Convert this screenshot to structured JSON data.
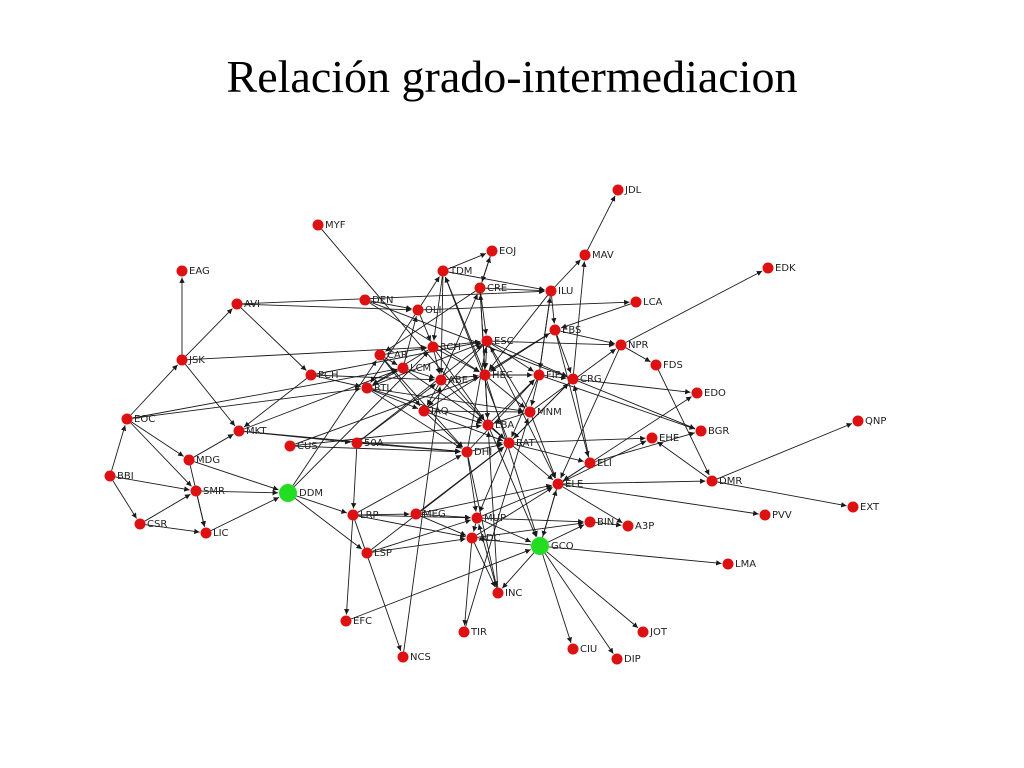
{
  "title": "Relación grado-intermediacion",
  "colors": {
    "node_default": "#dd1111",
    "node_highlight": "#22dd22",
    "edge": "#1a1a1a",
    "label": "#222222"
  },
  "nodes": [
    {
      "id": "JDL"
    },
    {
      "id": "MYF"
    },
    {
      "id": "EOJ"
    },
    {
      "id": "MAV"
    },
    {
      "id": "EDK"
    },
    {
      "id": "EAG"
    },
    {
      "id": "TDM"
    },
    {
      "id": "CRE"
    },
    {
      "id": "ILU"
    },
    {
      "id": "DEN"
    },
    {
      "id": "AVI"
    },
    {
      "id": "OLI"
    },
    {
      "id": "LCA"
    },
    {
      "id": "EBS"
    },
    {
      "id": "3CH"
    },
    {
      "id": "ESC"
    },
    {
      "id": "NPR"
    },
    {
      "id": "CAR"
    },
    {
      "id": "JSK"
    },
    {
      "id": "LCM"
    },
    {
      "id": "FDS"
    },
    {
      "id": "PCH"
    },
    {
      "id": "ABE"
    },
    {
      "id": "HEC"
    },
    {
      "id": "FIP"
    },
    {
      "id": "CRG"
    },
    {
      "id": "RTL"
    },
    {
      "id": "EDO"
    },
    {
      "id": "IAQ"
    },
    {
      "id": "MNM"
    },
    {
      "id": "EOC"
    },
    {
      "id": "LBA"
    },
    {
      "id": "QNP"
    },
    {
      "id": "MKT"
    },
    {
      "id": "BGR"
    },
    {
      "id": "CUS"
    },
    {
      "id": "50A"
    },
    {
      "id": "RAT"
    },
    {
      "id": "EHE"
    },
    {
      "id": "MDG"
    },
    {
      "id": "DHI"
    },
    {
      "id": "ELI"
    },
    {
      "id": "BBI"
    },
    {
      "id": "DMR"
    },
    {
      "id": "SMR",
      "highlight": false
    },
    {
      "id": "DDM",
      "highlight": true
    },
    {
      "id": "ELE"
    },
    {
      "id": "EXT"
    },
    {
      "id": "LRP"
    },
    {
      "id": "MEG"
    },
    {
      "id": "MUP"
    },
    {
      "id": "PVV"
    },
    {
      "id": "CSR"
    },
    {
      "id": "BIN"
    },
    {
      "id": "A3P"
    },
    {
      "id": "LIC"
    },
    {
      "id": "ADC"
    },
    {
      "id": "GCO",
      "highlight": true
    },
    {
      "id": "LSP"
    },
    {
      "id": "LMA"
    },
    {
      "id": "INC"
    },
    {
      "id": "EFC"
    },
    {
      "id": "TIR"
    },
    {
      "id": "JOT"
    },
    {
      "id": "CIU"
    },
    {
      "id": "NCS"
    },
    {
      "id": "DIP"
    }
  ],
  "edges": [
    [
      "MAV",
      "JDL"
    ],
    [
      "ILU",
      "MAV"
    ],
    [
      "CRG",
      "MAV"
    ],
    [
      "NPR",
      "EDK"
    ],
    [
      "DMR",
      "QNP"
    ],
    [
      "DMR",
      "EXT"
    ],
    [
      "JSK",
      "EAG"
    ],
    [
      "JSK",
      "AVI"
    ],
    [
      "EOC",
      "JSK"
    ],
    [
      "JSK",
      "MKT"
    ],
    [
      "BBI",
      "EOC"
    ],
    [
      "EOC",
      "MDG"
    ],
    [
      "BBI",
      "SMR"
    ],
    [
      "BBI",
      "CSR"
    ],
    [
      "CSR",
      "LIC"
    ],
    [
      "MDG",
      "LIC"
    ],
    [
      "SMR",
      "LIC"
    ],
    [
      "SMR",
      "DDM"
    ],
    [
      "MDG",
      "MKT"
    ],
    [
      "EOC",
      "SMR"
    ],
    [
      "CSR",
      "SMR"
    ],
    [
      "MDG",
      "DDM"
    ],
    [
      "LIC",
      "DDM"
    ],
    [
      "DDM",
      "LRP"
    ],
    [
      "DDM",
      "LSP"
    ],
    [
      "LRP",
      "EFC"
    ],
    [
      "LRP",
      "NCS"
    ],
    [
      "LRP",
      "MEG"
    ],
    [
      "MEG",
      "MUP"
    ],
    [
      "MEG",
      "ADC"
    ],
    [
      "ADC",
      "INC"
    ],
    [
      "ADC",
      "TIR"
    ],
    [
      "GCO",
      "CIU"
    ],
    [
      "GCO",
      "DIP"
    ],
    [
      "GCO",
      "JOT"
    ],
    [
      "GCO",
      "LMA"
    ],
    [
      "GCO",
      "INC"
    ],
    [
      "GCO",
      "ADC"
    ],
    [
      "GCO",
      "BIN"
    ],
    [
      "BIN",
      "A3P"
    ],
    [
      "ELE",
      "PVV"
    ],
    [
      "ELE",
      "DMR"
    ],
    [
      "FDS",
      "DMR"
    ],
    [
      "DMR",
      "EHE"
    ],
    [
      "MYF",
      "LBA"
    ],
    [
      "TDM",
      "EOJ"
    ],
    [
      "CRE",
      "EOJ"
    ],
    [
      "CRE",
      "ILU"
    ],
    [
      "TDM",
      "ILU"
    ],
    [
      "DEN",
      "OLI"
    ],
    [
      "AVI",
      "OLI"
    ],
    [
      "AVI",
      "ILU"
    ],
    [
      "OLI",
      "LCA"
    ],
    [
      "OLI",
      "TDM"
    ],
    [
      "EBS",
      "NPR"
    ],
    [
      "ESC",
      "NPR"
    ],
    [
      "NPR",
      "FDS"
    ],
    [
      "3CH",
      "ESC"
    ],
    [
      "CAR",
      "3CH"
    ],
    [
      "CAR",
      "LCM"
    ],
    [
      "LCM",
      "ABE"
    ],
    [
      "ABE",
      "HEC"
    ],
    [
      "HEC",
      "FIP"
    ],
    [
      "FIP",
      "CRG"
    ],
    [
      "CRG",
      "EDO"
    ],
    [
      "RTL",
      "IAQ"
    ],
    [
      "IAQ",
      "MNM"
    ],
    [
      "MNM",
      "LBA"
    ],
    [
      "LBA",
      "RAT"
    ],
    [
      "RAT",
      "EHE"
    ],
    [
      "RAT",
      "ELI"
    ],
    [
      "ELI",
      "ELE"
    ],
    [
      "DHI",
      "RAT"
    ],
    [
      "50A",
      "DHI"
    ],
    [
      "CUS",
      "DHI"
    ],
    [
      "MKT",
      "50A"
    ],
    [
      "PCH",
      "RTL"
    ],
    [
      "PCH",
      "ESC"
    ],
    [
      "JSK",
      "3CH"
    ],
    [
      "EOC",
      "LCM"
    ],
    [
      "MKT",
      "LCM"
    ],
    [
      "50A",
      "ESC"
    ],
    [
      "CUS",
      "LBA"
    ],
    [
      "DHI",
      "MUP"
    ],
    [
      "RAT",
      "MUP"
    ],
    [
      "MUP",
      "ADC"
    ],
    [
      "LBA",
      "GCO"
    ],
    [
      "DHI",
      "INC"
    ],
    [
      "ELE",
      "GCO"
    ],
    [
      "HEC",
      "GCO"
    ],
    [
      "CRG",
      "BGR"
    ],
    [
      "FIP",
      "BGR"
    ],
    [
      "ESC",
      "CRG"
    ],
    [
      "3CH",
      "HEC"
    ],
    [
      "LCM",
      "LBA"
    ],
    [
      "RTL",
      "MNM"
    ],
    [
      "ABE",
      "RAT"
    ],
    [
      "CRE",
      "ESC"
    ],
    [
      "TDM",
      "ABE"
    ],
    [
      "ILU",
      "HEC"
    ],
    [
      "OLI",
      "3CH"
    ],
    [
      "DEN",
      "HEC"
    ],
    [
      "DEN",
      "CRG"
    ],
    [
      "EBS",
      "CRG"
    ],
    [
      "LCA",
      "EBS"
    ],
    [
      "ILU",
      "EBS"
    ],
    [
      "EBS",
      "HEC"
    ],
    [
      "ESC",
      "ELE"
    ],
    [
      "IAQ",
      "RAT"
    ],
    [
      "50A",
      "RAT"
    ],
    [
      "MKT",
      "DHI"
    ],
    [
      "EOC",
      "RTL"
    ],
    [
      "LRP",
      "DHI"
    ],
    [
      "MEG",
      "RAT"
    ],
    [
      "LSP",
      "MUP"
    ],
    [
      "LSP",
      "RAT"
    ],
    [
      "EFC",
      "GCO"
    ],
    [
      "NCS",
      "ABE"
    ],
    [
      "TIR",
      "MNM"
    ],
    [
      "MUP",
      "BIN"
    ],
    [
      "ADC",
      "ELE"
    ],
    [
      "INC",
      "LBA"
    ],
    [
      "MUP",
      "ELE"
    ],
    [
      "CAR",
      "DHI"
    ],
    [
      "3CH",
      "LBA"
    ],
    [
      "PCH",
      "ABE"
    ],
    [
      "AVI",
      "PCH"
    ],
    [
      "PCH",
      "MKT"
    ],
    [
      "DDM",
      "3CH"
    ],
    [
      "DDM",
      "CAR"
    ],
    [
      "50A",
      "ABE"
    ],
    [
      "CUS",
      "HEC"
    ],
    [
      "RTL",
      "ESC"
    ],
    [
      "IAQ",
      "EBS"
    ],
    [
      "MNM",
      "NPR"
    ],
    [
      "LBA",
      "FIP"
    ],
    [
      "RAT",
      "CRG"
    ],
    [
      "DHI",
      "FIP"
    ],
    [
      "ELE",
      "EDO"
    ],
    [
      "ELI",
      "BGR"
    ],
    [
      "ELE",
      "EHE"
    ],
    [
      "CRE",
      "CAR"
    ],
    [
      "TDM",
      "3CH"
    ],
    [
      "OLI",
      "RTL"
    ],
    [
      "LCM",
      "OLI"
    ],
    [
      "ABE",
      "CRE"
    ],
    [
      "HEC",
      "TDM"
    ],
    [
      "FIP",
      "ILU"
    ],
    [
      "MNM",
      "ESC"
    ],
    [
      "LBA",
      "CRE"
    ],
    [
      "DHI",
      "ESC"
    ],
    [
      "RAT",
      "TDM"
    ],
    [
      "ELI",
      "CRG"
    ],
    [
      "LBA",
      "ELE"
    ],
    [
      "ABE",
      "IAQ"
    ],
    [
      "LCM",
      "RTL"
    ],
    [
      "CAR",
      "IAQ"
    ],
    [
      "3CH",
      "RTL"
    ],
    [
      "ESC",
      "IAQ"
    ],
    [
      "HEC",
      "MNM"
    ],
    [
      "FIP",
      "MNM"
    ],
    [
      "CRG",
      "RAT"
    ],
    [
      "EBS",
      "ELI"
    ],
    [
      "NPR",
      "ELE"
    ],
    [
      "MNM",
      "ELE"
    ],
    [
      "IAQ",
      "DHI"
    ],
    [
      "RTL",
      "LBA"
    ],
    [
      "RTL",
      "DHI"
    ],
    [
      "50A",
      "LRP"
    ],
    [
      "MEG",
      "ELE"
    ],
    [
      "LRP",
      "MUP"
    ],
    [
      "LRP",
      "ADC"
    ],
    [
      "INC",
      "MUP"
    ],
    [
      "MUP",
      "GCO"
    ],
    [
      "LSP",
      "ADC"
    ],
    [
      "ADC",
      "BIN"
    ],
    [
      "ELE",
      "A3P"
    ],
    [
      "GCO",
      "ELE"
    ],
    [
      "ESC",
      "HEC"
    ],
    [
      "3CH",
      "ABE"
    ],
    [
      "ILU",
      "FIP"
    ],
    [
      "CRE",
      "HEC"
    ],
    [
      "EOJ",
      "CRE"
    ],
    [
      "ESC",
      "FIP"
    ],
    [
      "FIP",
      "RAT"
    ],
    [
      "HEC",
      "LBA"
    ]
  ]
}
